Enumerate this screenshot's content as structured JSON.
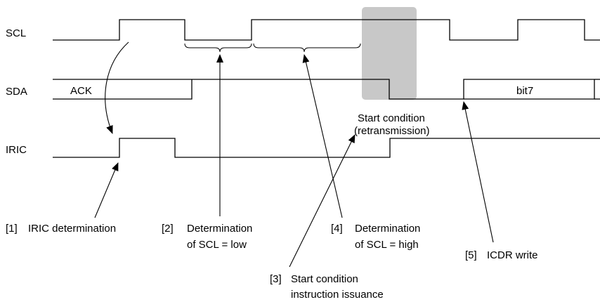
{
  "signals": {
    "scl": "SCL",
    "sda": "SDA",
    "iric": "IRIC"
  },
  "bus_labels": {
    "ack": "ACK",
    "bit7": "bit7"
  },
  "start_condition": {
    "line1": "Start condition",
    "line2": "(retransmission)"
  },
  "steps": {
    "s1": {
      "num": "[1]",
      "text": "IRIC determination"
    },
    "s2": {
      "num": "[2]",
      "line1": "Determination",
      "line2": "of SCL = low"
    },
    "s3": {
      "num": "[3]",
      "line1": "Start condition",
      "line2": "instruction issuance"
    },
    "s4": {
      "num": "[4]",
      "line1": "Determination",
      "line2": "of SCL = high"
    },
    "s5": {
      "num": "[5]",
      "text": "ICDR write"
    }
  },
  "colors": {
    "line": "#000000",
    "highlight": "#c8c8c8",
    "background": "#ffffff"
  }
}
